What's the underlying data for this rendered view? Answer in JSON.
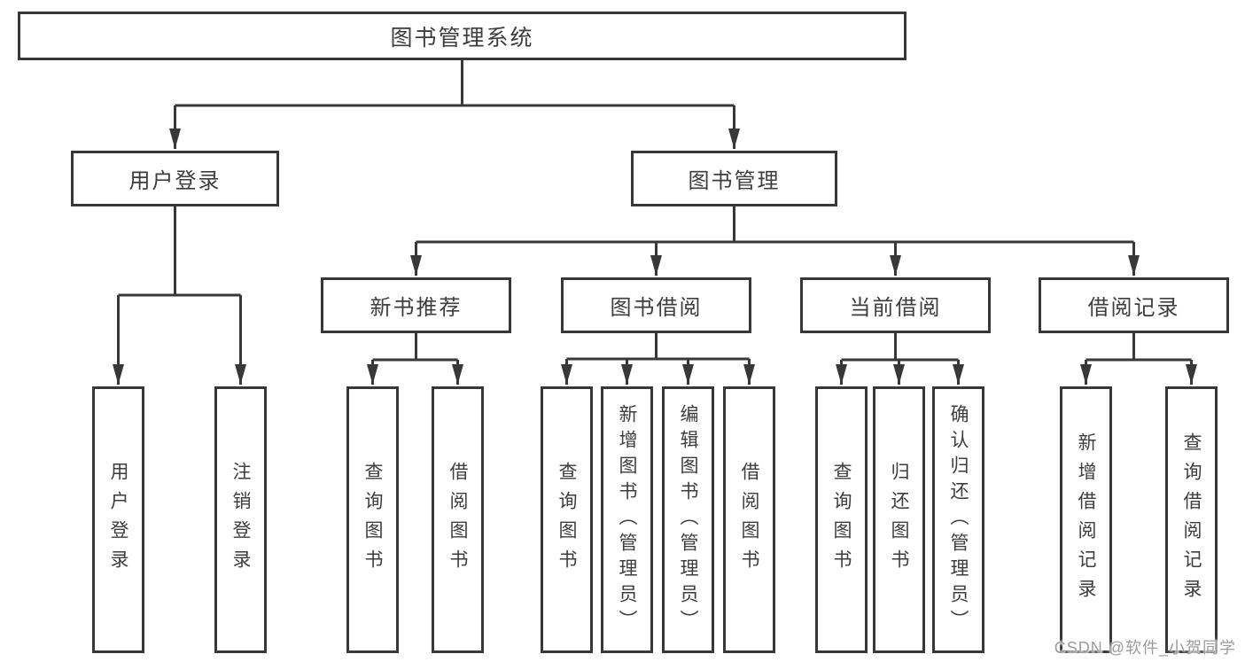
{
  "diagram_title": "图书管理系统",
  "tree": {
    "root": "图书管理系统",
    "login_branch": {
      "label": "用户登录",
      "children": [
        "用户登录",
        "注销登录"
      ]
    },
    "mgmt_branch": {
      "label": "图书管理",
      "modules": [
        {
          "label": "新书推荐",
          "children": [
            "查询图书",
            "借阅图书"
          ]
        },
        {
          "label": "图书借阅",
          "children": [
            "查询图书",
            "新增图书（管理员）",
            "编辑图书（管理员）",
            "借阅图书"
          ]
        },
        {
          "label": "当前借阅",
          "children": [
            "查询图书",
            "归还图书",
            "确认归还（管理员）"
          ]
        },
        {
          "label": "借阅记录",
          "children": [
            "新增借阅记录",
            "查询借阅记录"
          ]
        }
      ]
    }
  },
  "colors": {
    "line": "#383838",
    "text": "#3d3d3d",
    "watermark": "#9c9c9c",
    "background": "#ffffff"
  },
  "watermark": "CSDN @软件_小贺同学"
}
